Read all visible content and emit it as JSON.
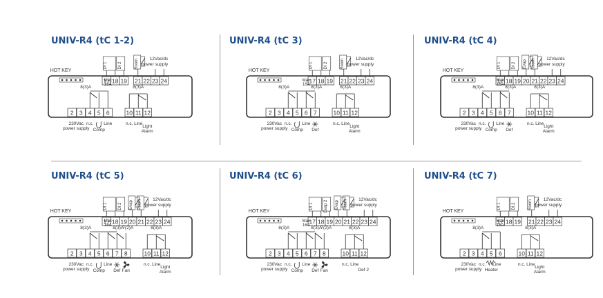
{
  "panels": [
    {
      "title": "UNIV-R4 (tC 1-2)",
      "hot_key": "HOT KEY",
      "top_terminals": [
        "17",
        "18",
        "19",
        "21",
        "22",
        "23",
        "24"
      ],
      "top_gaps_after": [
        2
      ],
      "top_labels": [
        "DI 1",
        "DI 2",
        "Room"
      ],
      "supply_label": [
        "12Vac/dc",
        "power supply"
      ],
      "bottom_terminals": [
        "2",
        "3",
        "4",
        "5",
        "6",
        "10",
        "11",
        "12"
      ],
      "relay1_rating": "8(3)A",
      "max_label": [
        "Max",
        "16A"
      ],
      "relay2_rating": "8(3)A",
      "relay3_rating": "",
      "bottom_labels": {
        "power": [
          "230Vac",
          "power supply"
        ],
        "nc1": "n.c.",
        "line1": "Line",
        "load1": "Comp",
        "load2": "",
        "load3": "",
        "nc2": "n.c.",
        "line2": "Line",
        "alarm": [
          "Light",
          "Alarm"
        ]
      }
    },
    {
      "title": "UNIV-R4 (tC 3)",
      "hot_key": "HOT KEY",
      "top_terminals": [
        "17",
        "18",
        "19",
        "21",
        "22",
        "23",
        "24"
      ],
      "top_gaps_after": [
        2
      ],
      "top_labels": [
        "DI 1",
        "DI 2",
        "Room"
      ],
      "supply_label": [
        "12Vac/dc",
        "power supply"
      ],
      "bottom_terminals": [
        "2",
        "3",
        "4",
        "5",
        "6",
        "7",
        "10",
        "11",
        "12"
      ],
      "relay1_rating": "8(3)A",
      "max_label": [
        "Max",
        "16A"
      ],
      "relay2_rating": "8(3)A",
      "relay3_rating": "",
      "bottom_labels": {
        "power": [
          "230Vac",
          "power supply"
        ],
        "nc1": "n.c.",
        "line1": "Line",
        "load1": "Comp",
        "load2": "Def",
        "load3": "",
        "nc2": "n.c.",
        "line2": "Line",
        "alarm": [
          "Light",
          "Alarm"
        ]
      }
    },
    {
      "title": "UNIV-R4 (tC 4)",
      "hot_key": "HOT KEY",
      "top_terminals": [
        "17",
        "18",
        "19",
        "20",
        "21",
        "22",
        "23",
        "24"
      ],
      "top_gaps_after": [],
      "top_labels": [
        "DI 1",
        "DI 2",
        "Evap",
        "Room"
      ],
      "supply_label": [
        "12Vac/dc",
        "power supply"
      ],
      "bottom_terminals": [
        "2",
        "3",
        "4",
        "5",
        "6",
        "7",
        "10",
        "11",
        "12"
      ],
      "relay1_rating": "8(3)A",
      "max_label": [
        "Max",
        "16A"
      ],
      "relay2_rating": "8(3)A",
      "relay3_rating": "",
      "bottom_labels": {
        "power": [
          "230Vac",
          "power supply"
        ],
        "nc1": "n.c.",
        "line1": "Line",
        "load1": "Comp",
        "load2": "Def",
        "load3": "",
        "nc2": "n.c.",
        "line2": "Line",
        "alarm": [
          "Light",
          "Alarm"
        ]
      }
    },
    {
      "title": "UNIV-R4 (tC 5)",
      "hot_key": "HOT KEY",
      "top_terminals": [
        "17",
        "18",
        "19",
        "20",
        "21",
        "22",
        "23",
        "24"
      ],
      "top_gaps_after": [],
      "top_labels": [
        "DI 1",
        "DI 2",
        "Evap",
        "Room"
      ],
      "supply_label": [
        "12Vac/dc",
        "power supply"
      ],
      "bottom_terminals": [
        "2",
        "3",
        "4",
        "5",
        "6",
        "7",
        "8",
        "10",
        "11",
        "12"
      ],
      "relay1_rating": "8(3)A",
      "max_label": [
        "Max",
        "16A"
      ],
      "relay2_rating": "8(3)A",
      "relay3_rating": "7(2)A",
      "bottom_labels": {
        "power": [
          "230Vac",
          "power supply"
        ],
        "nc1": "n.c.",
        "line1": "Line",
        "load1": "Comp",
        "load2": "Def",
        "load3": "Fan",
        "nc2": "n.c.",
        "line2": "Line",
        "alarm": [
          "Light",
          "Alarm"
        ]
      }
    },
    {
      "title": "UNIV-R4 (tC 6)",
      "hot_key": "HOT KEY",
      "top_terminals": [
        "17",
        "18",
        "19",
        "20",
        "21",
        "22",
        "23",
        "24"
      ],
      "top_gaps_after": [],
      "top_labels": [
        "DI 1",
        "Evap 2",
        "Evap",
        "Room"
      ],
      "supply_label": [
        "12Vac/dc",
        "power supply"
      ],
      "bottom_terminals": [
        "2",
        "3",
        "4",
        "5",
        "6",
        "7",
        "8",
        "10",
        "11",
        "12"
      ],
      "relay1_rating": "8(3)A",
      "max_label": [
        "Max",
        "16A"
      ],
      "relay2_rating": "8(3)A",
      "relay3_rating": "7(2)A",
      "bottom_labels": {
        "power": [
          "230Vac",
          "power supply"
        ],
        "nc1": "n.c.",
        "line1": "Line",
        "load1": "Comp",
        "load2": "Def",
        "load3": "Fan",
        "nc2": "n.c.",
        "line2": "Line",
        "alarm": [
          "Def 2",
          ""
        ]
      }
    },
    {
      "title": "UNIV-R4 (tC 7)",
      "hot_key": "HOT KEY",
      "top_terminals": [
        "17",
        "18",
        "19",
        "21",
        "22",
        "23",
        "24"
      ],
      "top_gaps_after": [
        2
      ],
      "top_labels": [
        "DI 1",
        "DI 2",
        "Room"
      ],
      "supply_label": [
        "12Vac/dc",
        "power supply"
      ],
      "bottom_terminals": [
        "2",
        "3",
        "4",
        "5",
        "6",
        "10",
        "11",
        "12"
      ],
      "relay1_rating": "8(3)A",
      "max_label": [
        "Max",
        "16A"
      ],
      "relay2_rating": "8(3)A",
      "relay3_rating": "",
      "bottom_labels": {
        "power": [
          "230Vac",
          "power supply"
        ],
        "nc1": "n.c.",
        "line1": "Line",
        "load1": "Heater",
        "load2": "",
        "load3": "",
        "nc2": "n.c.",
        "line2": "Line",
        "alarm": [
          "Light",
          "Alarm"
        ]
      }
    }
  ],
  "colors": {
    "title": "#1f4f8a",
    "line": "#333333",
    "separator": "#9a9a9a"
  },
  "icons": {
    "load1": "compressor-icon",
    "load2": "defrost-snowflake-icon",
    "load3": "fan-icon",
    "heater": "heater-resistor-icon",
    "room_probe": "ntc-probe-icon"
  }
}
